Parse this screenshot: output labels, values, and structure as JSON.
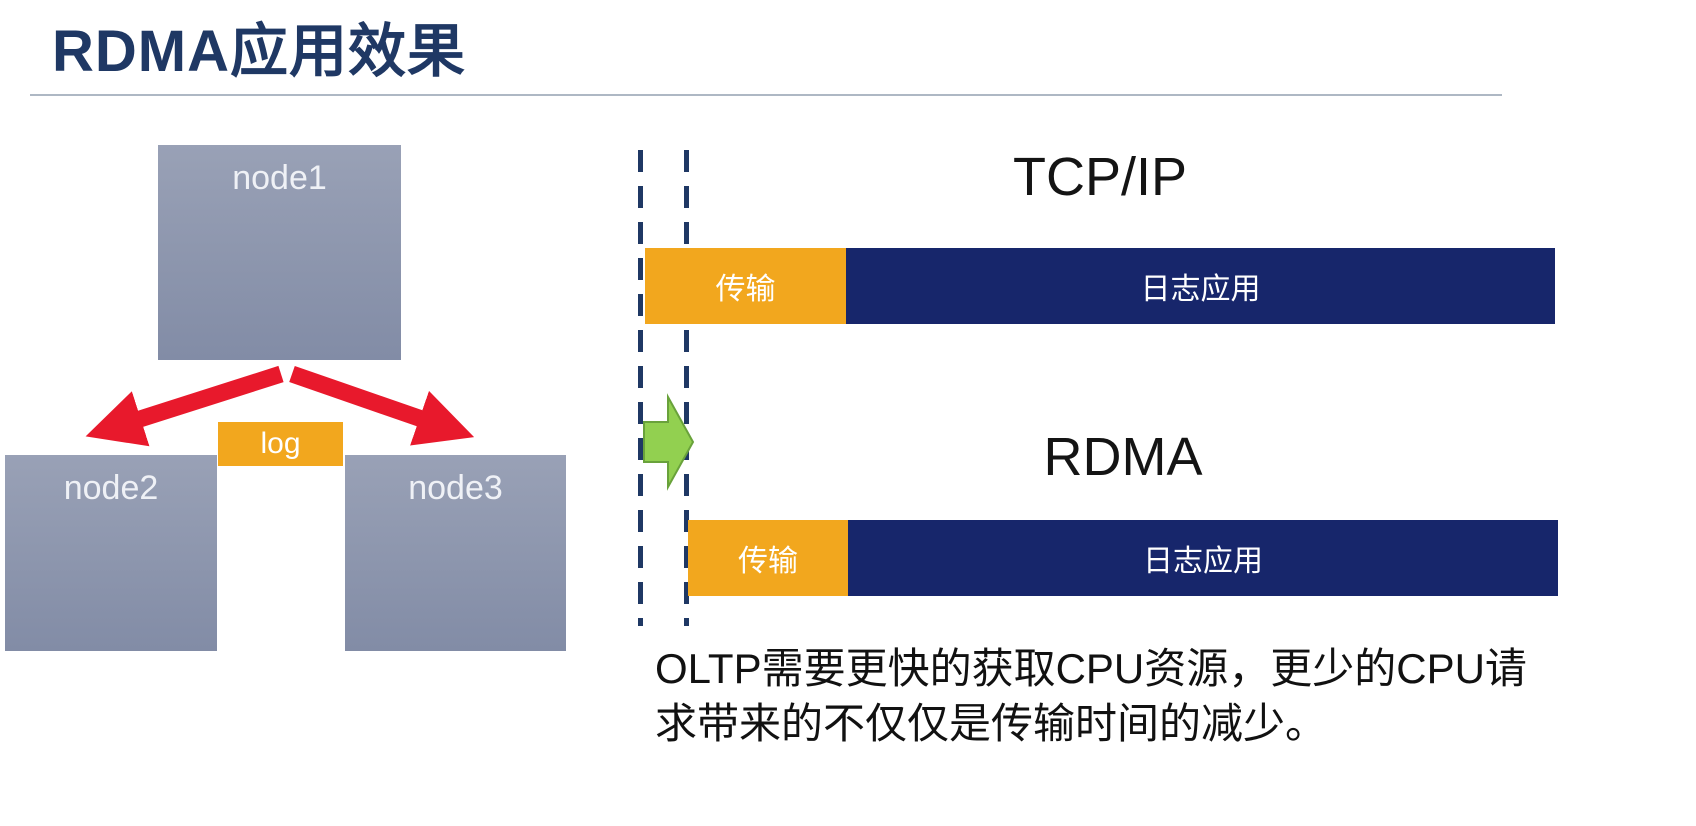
{
  "slide": {
    "title": "RDMA应用效果"
  },
  "diagram": {
    "nodes": [
      {
        "label": "node1"
      },
      {
        "label": "node2"
      },
      {
        "label": "node3"
      }
    ],
    "log_label": "log"
  },
  "comparison": {
    "tcpip": {
      "heading": "TCP/IP",
      "transfer_label": "传输",
      "app_label": "日志应用"
    },
    "rdma": {
      "heading": "RDMA",
      "transfer_label": "传输",
      "app_label": "日志应用"
    }
  },
  "caption": {
    "lines": [
      "OLTP需要更快的获取CPU资源，更少的CPU请",
      "求带来的不仅仅是传输时间的减少。"
    ]
  },
  "colors": {
    "title_navy": "#1F3864",
    "node_gray_blue": "#8C96AC",
    "orange": "#F2A71E",
    "bar_navy": "#17266B",
    "red_arrow": "#E8192C",
    "green_arrow": "#92D050",
    "dash_navy": "#1F3864"
  }
}
